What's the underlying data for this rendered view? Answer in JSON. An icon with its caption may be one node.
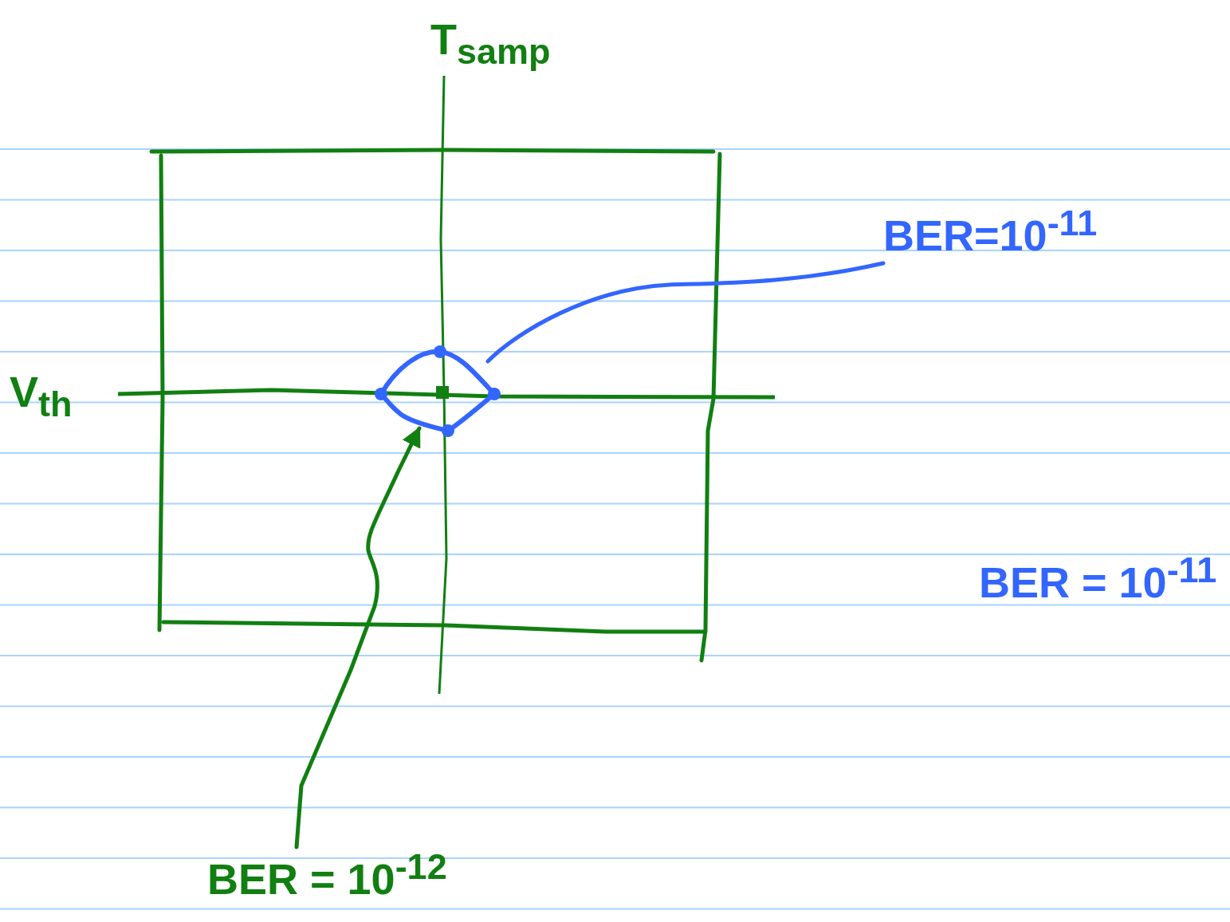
{
  "diagram": {
    "nodes": [
      {
        "text": [
          "BER=10$^{-11}$"
        ]
      },
      {
        "text": [],
        "shape": "circle"
      },
      {
        "text": [
          "BER = 10$^{-12}$"
        ]
      }
    ],
    "edges": [
      {
        "from": 0,
        "to": 1,
        "arrow": "none",
        "color": "#3366ff"
      },
      {
        "from": 2,
        "to": 1,
        "arrow": "to",
        "color": "#117f11"
      }
    ],
    "labels": [
      "T$_{samp}$",
      "V$_{th}$",
      "BER = 10$^{-11}$"
    ]
  }
}
